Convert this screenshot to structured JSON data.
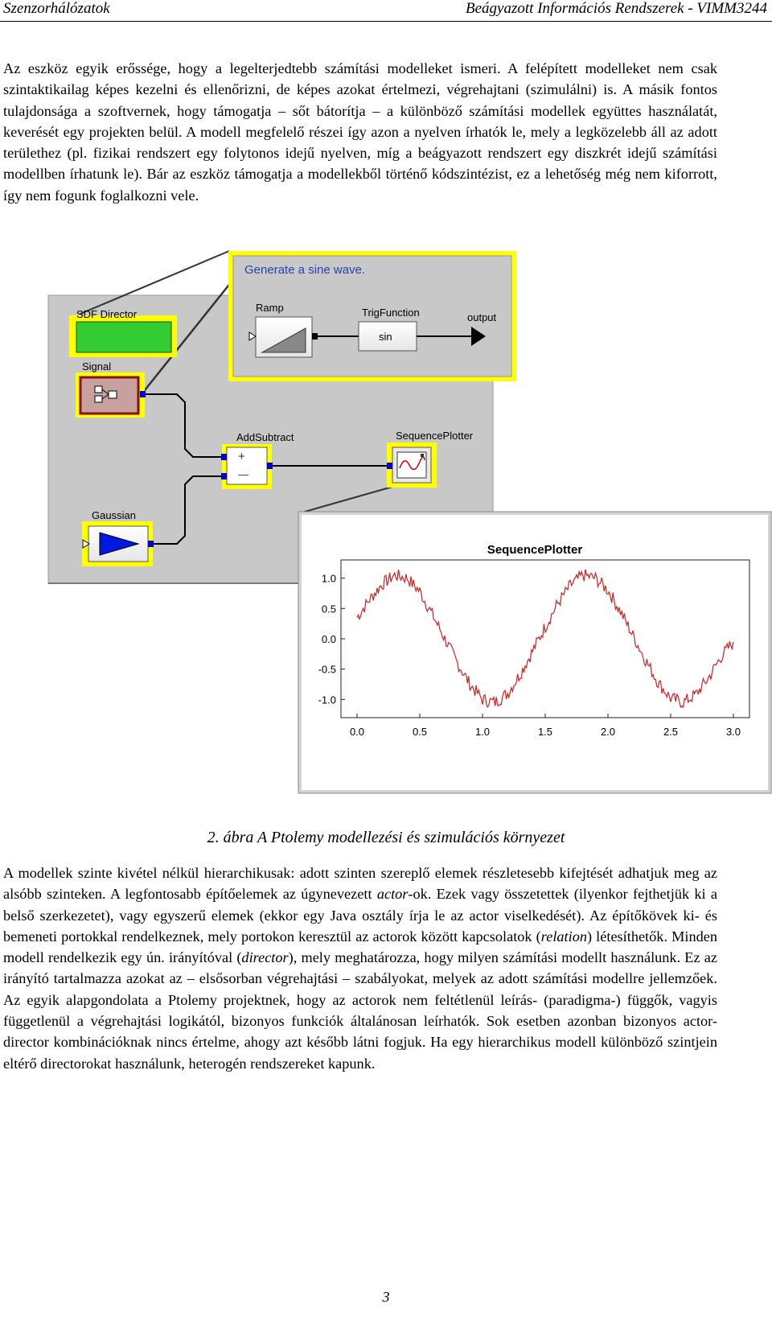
{
  "header": {
    "left": "Szenzorhálózatok",
    "right": "Beágyazott Információs Rendszerek - VIMM3244"
  },
  "paragraph1": [
    "Az eszköz egyik erőssége, hogy a legelterjedtebb számítási modelleket ismeri. A felépített modelleket nem csak szintaktikailag képes kezelni és ellenőrizni, de képes azokat értelmezi, végrehajtani (szimulálni) is. A másik fontos tulajdonsága a szoftvernek, hogy támogatja – sőt bátorítja – a különböző számítási modellek együttes használatát, keverését egy projekten belül. A modell megfelelő részei így azon a nyelven írhatók le, mely a legközelebb áll az adott területhez (pl. fizikai rendszert egy folytonos idejű nyelven, míg a beágyazott rendszert egy diszkrét idejű számítási modellben írhatunk le). Bár az eszköz támogatja a modellekből történő kódszintézist, ez a lehetőség még nem kiforrott, így nem fogunk foglalkozni vele."
  ],
  "figure": {
    "top_panel": {
      "annotation": "Generate a sine wave.",
      "ramp": "Ramp",
      "trig": "TrigFunction",
      "trig_inner": "sin",
      "output": "output"
    },
    "main_panel": {
      "director": "SDF Director",
      "signal": "Signal",
      "addsub": "AddSubtract",
      "plus": "+",
      "minus": "—",
      "sequence_plotter": "SequencePlotter",
      "gaussian": "Gaussian"
    },
    "plot": {
      "title": "SequencePlotter",
      "y_ticks": [
        "1.0",
        "0.5",
        "0.0",
        "-0.5",
        "-1.0"
      ],
      "x_ticks": [
        "0.0",
        "0.5",
        "1.0",
        "1.5",
        "2.0",
        "2.5",
        "3.0"
      ]
    }
  },
  "chart_data": {
    "type": "line",
    "title": "SequencePlotter",
    "xlabel": "",
    "ylabel": "",
    "xlim": [
      0,
      3.0
    ],
    "ylim": [
      -1.3,
      1.3
    ],
    "y_ticks": [
      1.0,
      0.5,
      0.0,
      -0.5,
      -1.0
    ],
    "x_ticks": [
      0.0,
      0.5,
      1.0,
      1.5,
      2.0,
      2.5,
      3.0
    ],
    "grid": false,
    "series": [
      {
        "color": "#cc2222",
        "x": [
          0.0,
          0.1,
          0.2,
          0.3,
          0.4,
          0.5,
          0.6,
          0.7,
          0.8,
          0.9,
          1.0,
          1.1,
          1.2,
          1.3,
          1.4,
          1.5,
          1.6,
          1.7,
          1.8,
          1.9,
          2.0,
          2.1,
          2.2,
          2.3,
          2.4,
          2.5,
          2.6,
          2.7,
          2.8,
          2.9,
          3.0
        ],
        "y": [
          0.35,
          0.65,
          0.9,
          1.05,
          1.0,
          0.78,
          0.4,
          0.0,
          -0.4,
          -0.75,
          -1.0,
          -1.05,
          -0.9,
          -0.58,
          -0.2,
          0.2,
          0.58,
          0.88,
          1.05,
          1.0,
          0.8,
          0.45,
          0.05,
          -0.35,
          -0.72,
          -0.98,
          -1.05,
          -0.92,
          -0.65,
          -0.3,
          -0.05
        ]
      }
    ]
  },
  "caption": "2. ábra A Ptolemy modellezési és szimulációs  környezet",
  "paragraph2": {
    "s1": "A modellek szinte kivétel nélkül hierarchikusak: adott szinten szereplő elemek részletesebb kifejtését adhatjuk meg az alsóbb szinteken. A legfontosabb építőelemek az úgynevezett ",
    "actor": "actor",
    "s2": "-ok. Ezek vagy összetettek (ilyenkor fejthetjük ki a belső szerkezetet), vagy egyszerű elemek (ekkor egy Java osztály írja le az actor viselkedését). Az építőkövek ki- és bemeneti portokkal rendelkeznek, mely portokon keresztül az actorok között kapcsolatok (",
    "relation": "relation",
    "s3": ") létesíthetők. Minden modell rendelkezik egy ún. irányítóval (",
    "director": "director",
    "s4": "), mely meghatározza, hogy milyen számítási modellt használunk. Ez az irányító tartalmazza azokat az – elsősorban végrehajtási – szabályokat, melyek az adott számítási modellre jellemzőek. Az egyik alapgondolata a Ptolemy projektnek, hogy az actorok nem feltétlenül leírás- (paradigma-) függők, vagyis függetlenül a végrehajtási logikától, bizonyos funkciók általánosan leírhatók. Sok esetben azonban bizonyos actor-director kombinációknak nincs értelme, ahogy azt később látni fogjuk.  Ha egy hierarchikus modell különböző szintjein eltérő directorokat használunk, heterogén rendszereket kapunk."
  },
  "page_number": "3"
}
